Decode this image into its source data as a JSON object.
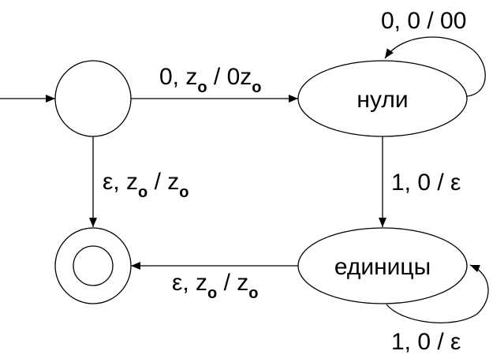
{
  "states": {
    "start": {
      "label": ""
    },
    "zeros": {
      "label": "нули"
    },
    "ones": {
      "label": "единицы"
    },
    "accept": {
      "label": ""
    }
  },
  "transitions": {
    "start_to_zeros": {
      "a": "0, z",
      "b": "o",
      "c": " / 0z",
      "d": "o"
    },
    "zeros_loop": {
      "text": "0, 0 / 00"
    },
    "zeros_to_ones": {
      "text": "1, 0 / ε"
    },
    "ones_loop": {
      "text": "1, 0 / ε"
    },
    "ones_to_accept": {
      "a": "ε, z",
      "b": "o",
      "c": " / z",
      "d": "o"
    },
    "start_to_accept": {
      "a": "ε, z",
      "b": "o",
      "c": " / z",
      "d": "o"
    }
  }
}
